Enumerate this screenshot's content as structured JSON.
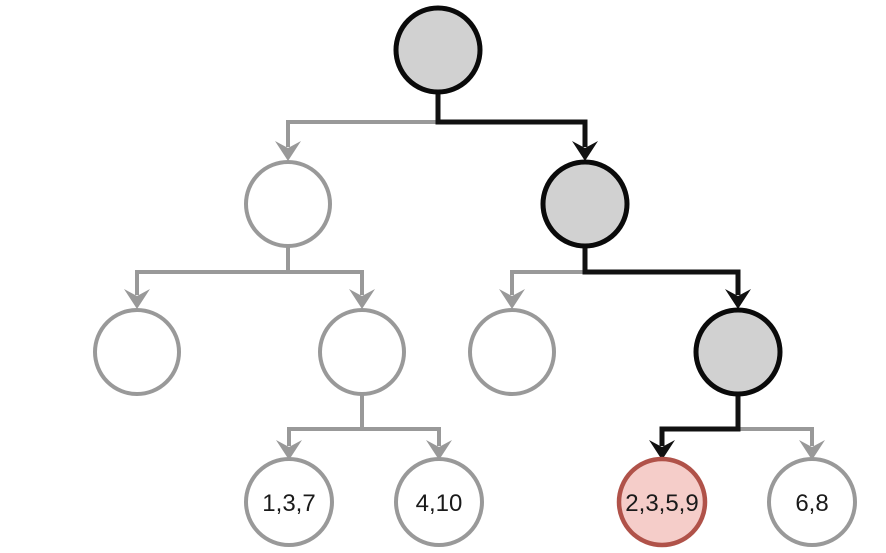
{
  "colors": {
    "background": "#ffffff",
    "visited_node_fill": "#d1d1d1",
    "visited_node_stroke": "#0a0a0a",
    "unvisited_node_fill": "#ffffff",
    "unvisited_node_stroke": "#999999",
    "result_node_fill": "#f5cdc9",
    "result_node_stroke": "#b05249",
    "active_edge": "#111111",
    "inactive_edge": "#999999",
    "label_text": "#1a1a1a"
  },
  "tree": {
    "levels": 4,
    "visited_internal_nodes": [
      "root",
      "right",
      "right-right"
    ],
    "highlighted_leaf": "2,3,5,9",
    "leaves": [
      {
        "label": "1,3,7"
      },
      {
        "label": "4,10"
      },
      {
        "label": "2,3,5,9"
      },
      {
        "label": "6,8"
      }
    ]
  }
}
